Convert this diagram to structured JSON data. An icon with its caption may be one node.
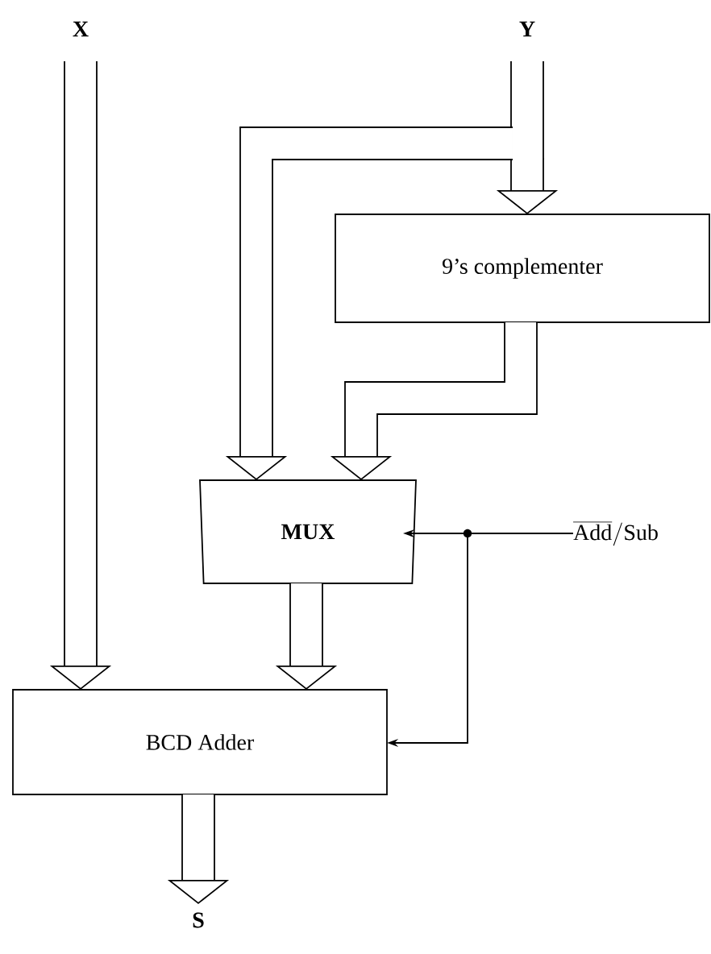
{
  "diagram": {
    "nodes": [
      {
        "text": [
          "X"
        ]
      },
      {
        "text": [
          "Y"
        ]
      },
      {
        "text": [
          "9’s complementer"
        ]
      },
      {
        "text": [
          "MUX"
        ]
      },
      {
        "text": [
          "BCD Adder"
        ]
      },
      {
        "text": [
          "\\overline{\\mathrm{Add}}/\\mathrm{Sub}"
        ]
      },
      {
        "text": [
          "S"
        ]
      }
    ],
    "edges": [
      {
        "from": 0,
        "to": 4,
        "arrow": "to"
      },
      {
        "from": 1,
        "to": 2,
        "arrow": "to"
      },
      {
        "from": 1,
        "to": 3,
        "arrow": "to"
      },
      {
        "from": 2,
        "to": 3,
        "arrow": "to"
      },
      {
        "from": 3,
        "to": 4,
        "arrow": "to"
      },
      {
        "from": 4,
        "to": 6,
        "arrow": "to"
      },
      {
        "from": 5,
        "to": 3,
        "arrow": "to"
      },
      {
        "from": 5,
        "to": 4,
        "arrow": "to"
      }
    ]
  }
}
